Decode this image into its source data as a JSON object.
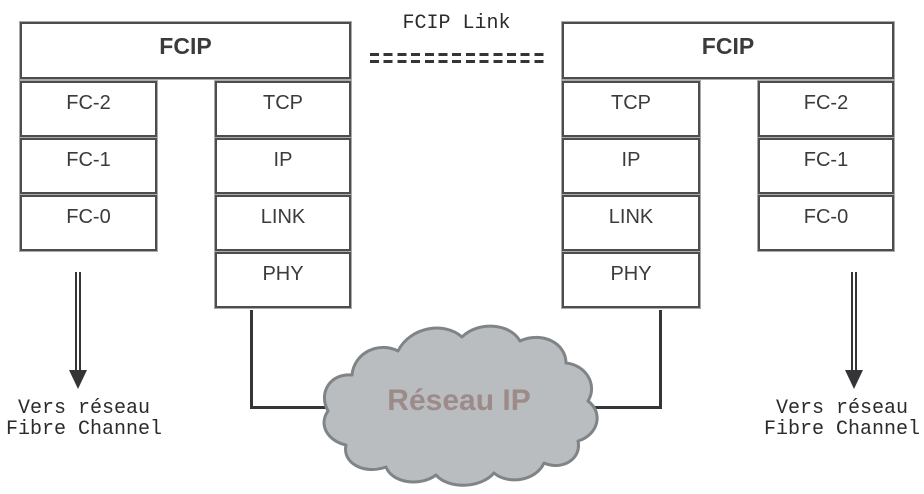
{
  "link": {
    "label": "FCIP Link"
  },
  "stacks": {
    "left": {
      "header": "FCIP",
      "fc_layers": [
        "FC-2",
        "FC-1",
        "FC-0"
      ],
      "ip_layers": [
        "TCP",
        "IP",
        "LINK",
        "PHY"
      ],
      "caption": {
        "line1": "Vers réseau",
        "line2": "Fibre Channel"
      }
    },
    "right": {
      "header": "FCIP",
      "ip_layers": [
        "TCP",
        "IP",
        "LINK",
        "PHY"
      ],
      "fc_layers": [
        "FC-2",
        "FC-1",
        "FC-0"
      ],
      "caption": {
        "line1": "Vers réseau",
        "line2": "Fibre Channel"
      }
    }
  },
  "cloud": {
    "label": "Réseau IP"
  },
  "colors": {
    "box_border": "#4c4d4f",
    "box_text": "#3a3b3d",
    "mono_text": "#2b2b2b",
    "line": "#353537",
    "cloud_fill": "#b9bdc0",
    "cloud_border": "#7f8487",
    "cloud_text": "#9c8b88"
  }
}
